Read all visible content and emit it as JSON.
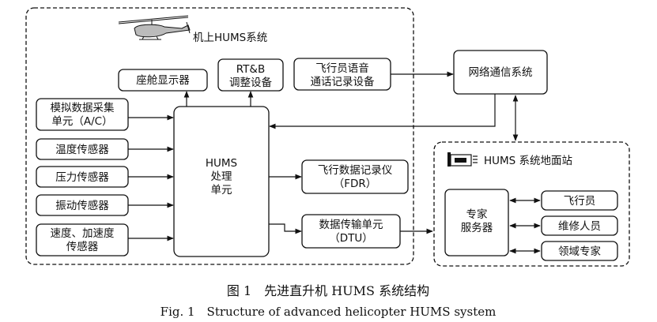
{
  "onboard_title": "机上HUMS系统",
  "ground_title": "HUMS 系统地面站",
  "boxes": {
    "cockpit_display": "座舱显示器",
    "rtb_line1": "RT&B",
    "rtb_line2": "调整设备",
    "cvr_line1": "飞行员语音",
    "cvr_line2": "通话记录设备",
    "network": "网络通信系统",
    "ac_line1": "模拟数据采集",
    "ac_line2": "单元（A/C）",
    "temp_sensor": "温度传感器",
    "pressure_sensor": "压力传感器",
    "vibration_sensor": "振动传感器",
    "speed_line1": "速度、加速度",
    "speed_line2": "传感器",
    "hums_line1": "HUMS",
    "hums_line2": "处理",
    "hums_line3": "单元",
    "fdr_line1": "飞行数据记录仪",
    "fdr_line2": "（FDR）",
    "dtu_line1": "数据传输单元",
    "dtu_line2": "（DTU）",
    "expert_line1": "专家",
    "expert_line2": "服务器",
    "pilot": "飞行员",
    "maintenance": "维修人员",
    "domain_expert": "领域专家"
  },
  "caption_cn": "图 1　先进直升机 HUMS 系统结构",
  "caption_en": "Fig. 1　Structure of advanced helicopter HUMS system",
  "icons": [
    "helicopter-icon",
    "ground-station-icon"
  ]
}
